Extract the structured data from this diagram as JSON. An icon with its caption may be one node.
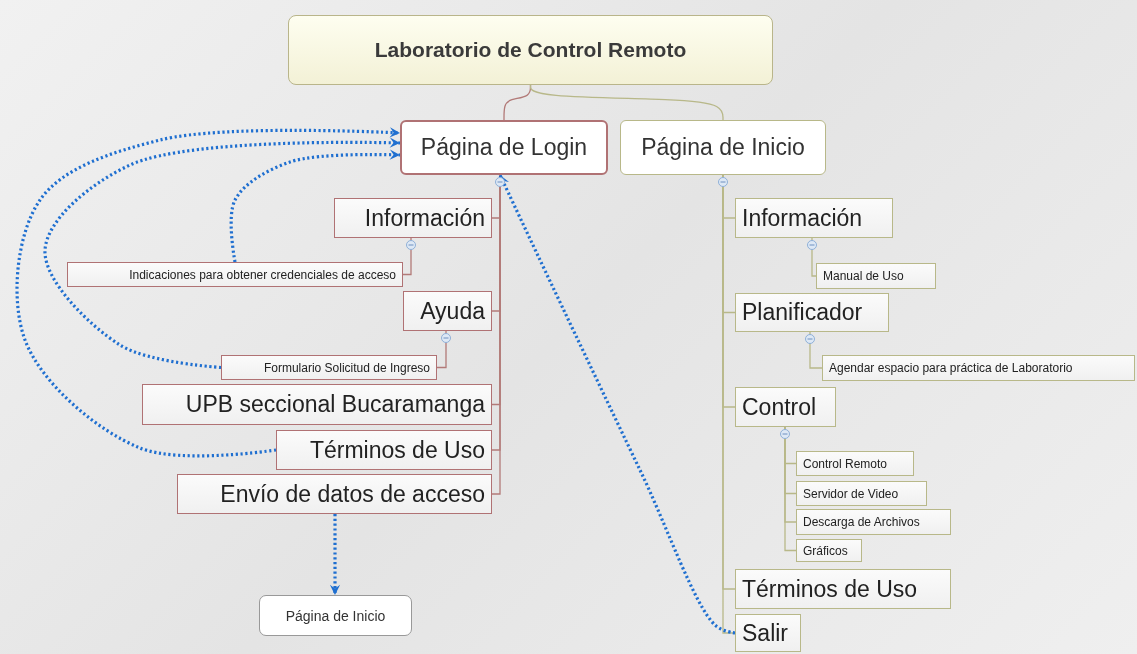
{
  "diagram": {
    "nodes": [
      {
        "text": [
          "Laboratorio de Control Remoto"
        ]
      },
      {
        "text": [
          "Página de Login"
        ]
      },
      {
        "text": [
          "Página de Inicio"
        ]
      },
      {
        "text": [
          "Información"
        ]
      },
      {
        "text": [
          "Indicaciones para obtener credenciales de acceso"
        ]
      },
      {
        "text": [
          "Ayuda"
        ]
      },
      {
        "text": [
          "Formulario Solicitud de Ingreso"
        ]
      },
      {
        "text": [
          "UPB seccional Bucaramanga"
        ]
      },
      {
        "text": [
          "Términos de Uso"
        ]
      },
      {
        "text": [
          "Envío de datos de acceso"
        ]
      },
      {
        "text": [
          "Página de Inicio"
        ]
      },
      {
        "text": [
          "Información"
        ]
      },
      {
        "text": [
          "Manual de Uso"
        ]
      },
      {
        "text": [
          "Planificador"
        ]
      },
      {
        "text": [
          "Agendar espacio para práctica de Laboratorio"
        ]
      },
      {
        "text": [
          "Control"
        ]
      },
      {
        "text": [
          "Control Remoto"
        ]
      },
      {
        "text": [
          "Servidor de Video"
        ]
      },
      {
        "text": [
          "Descarga de Archivos"
        ]
      },
      {
        "text": [
          "Gráficos"
        ]
      },
      {
        "text": [
          "Términos de Uso"
        ]
      },
      {
        "text": [
          "Salir"
        ]
      }
    ],
    "edges": [
      {
        "from": 0,
        "to": 1,
        "arrow": "none",
        "color": "#b27a78"
      },
      {
        "from": 0,
        "to": 2,
        "arrow": "none"
      },
      {
        "from": 1,
        "to": 3,
        "arrow": "none",
        "color": "#b27a78"
      },
      {
        "from": 3,
        "to": 4,
        "arrow": "none",
        "color": "#b27a78"
      },
      {
        "from": 1,
        "to": 5,
        "arrow": "none",
        "color": "#b27a78"
      },
      {
        "from": 5,
        "to": 6,
        "arrow": "none",
        "color": "#b27a78"
      },
      {
        "from": 1,
        "to": 7,
        "arrow": "none",
        "color": "#b27a78"
      },
      {
        "from": 1,
        "to": 8,
        "arrow": "none",
        "color": "#b27a78"
      },
      {
        "from": 1,
        "to": 9,
        "arrow": "none",
        "color": "#b27a78"
      },
      {
        "from": 2,
        "to": 11,
        "arrow": "none"
      },
      {
        "from": 11,
        "to": 12,
        "arrow": "none"
      },
      {
        "from": 2,
        "to": 13,
        "arrow": "none"
      },
      {
        "from": 13,
        "to": 14,
        "arrow": "none"
      },
      {
        "from": 2,
        "to": 15,
        "arrow": "none"
      },
      {
        "from": 15,
        "to": 16,
        "arrow": "none"
      },
      {
        "from": 15,
        "to": 17,
        "arrow": "none"
      },
      {
        "from": 15,
        "to": 18,
        "arrow": "none"
      },
      {
        "from": 15,
        "to": 19,
        "arrow": "none"
      },
      {
        "from": 2,
        "to": 20,
        "arrow": "none"
      },
      {
        "from": 2,
        "to": 21,
        "arrow": "none"
      },
      {
        "from": 4,
        "to": 1,
        "arrow": "to",
        "style": "dashed",
        "color": "#1f6fd0"
      },
      {
        "from": 6,
        "to": 1,
        "arrow": "to",
        "style": "dashed",
        "color": "#1f6fd0"
      },
      {
        "from": 8,
        "to": 1,
        "arrow": "to",
        "style": "dashed",
        "color": "#1f6fd0"
      },
      {
        "from": 9,
        "to": 10,
        "arrow": "to",
        "style": "dashed",
        "color": "#1f6fd0"
      },
      {
        "from": 21,
        "to": 1,
        "arrow": "to",
        "style": "dashed",
        "color": "#1f6fd0"
      }
    ]
  }
}
